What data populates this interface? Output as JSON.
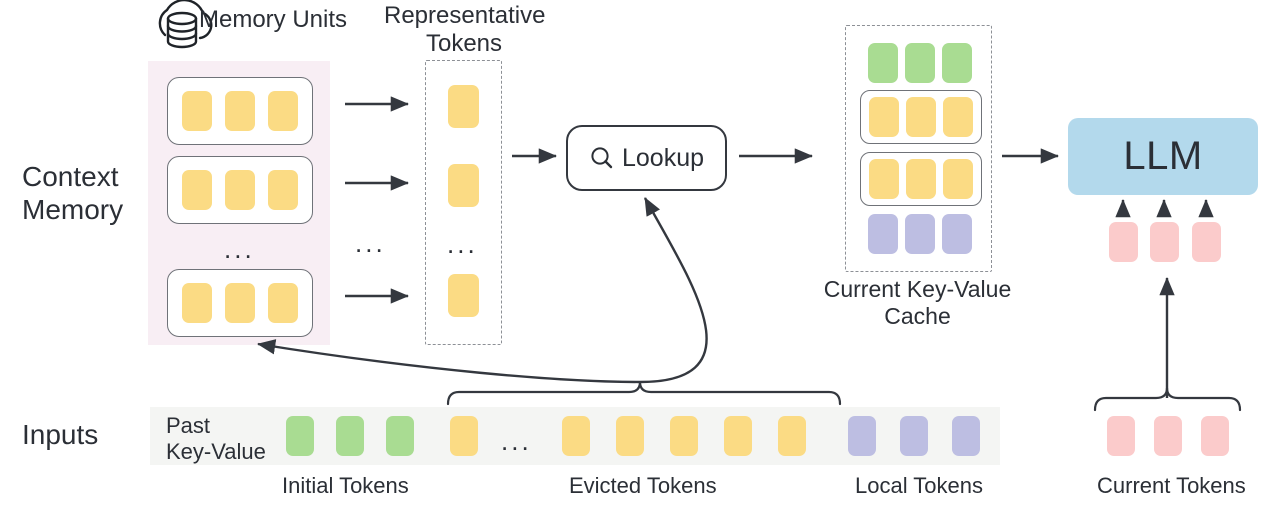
{
  "diagram": {
    "title_icon": "cloud-database-icon",
    "headers": {
      "memory_units": "Memory Units",
      "representative_tokens": "Representative\nTokens",
      "current_kv_cache": "Current Key-Value\nCache"
    },
    "row_labels": {
      "context_memory": "Context\nMemory",
      "inputs": "Inputs"
    },
    "lookup": {
      "label": "Lookup",
      "icon": "magnifier-icon"
    },
    "llm": {
      "label": "LLM"
    },
    "inputs_band": {
      "past_kv_label": "Past\nKey-Value",
      "ellipsis": "..."
    },
    "bottom_captions": {
      "initial": "Initial Tokens",
      "evicted": "Evicted Tokens",
      "local": "Local Tokens",
      "current": "Current Tokens"
    },
    "ellipsis_marks": {
      "memory_units": "...",
      "arrows": "...",
      "representative": "..."
    },
    "colors": {
      "yellow_token": "#fbdb84",
      "green_token": "#a9dc92",
      "purple_token": "#bdbee2",
      "pink_token": "#fbcbcb",
      "llm_box": "#b3d9ec",
      "context_panel": "#f8eef4",
      "inputs_band": "#f4f5f3",
      "stroke": "#34383f",
      "dashed_stroke": "#8d9096"
    },
    "counts": {
      "memory_units_shown": 3,
      "tokens_per_memory_unit": 3,
      "representative_tokens_shown": 3,
      "kv_cache_rows": 4,
      "kv_cache_tokens_per_row": 3,
      "initial_tokens": 3,
      "evicted_tokens_shown": 6,
      "local_tokens": 3,
      "current_tokens": 3,
      "llm_input_arrows": 3
    },
    "kv_cache_rows": [
      {
        "kind": "green",
        "boxed": false
      },
      {
        "kind": "yellow",
        "boxed": true
      },
      {
        "kind": "yellow",
        "boxed": true
      },
      {
        "kind": "purple",
        "boxed": false
      }
    ]
  }
}
